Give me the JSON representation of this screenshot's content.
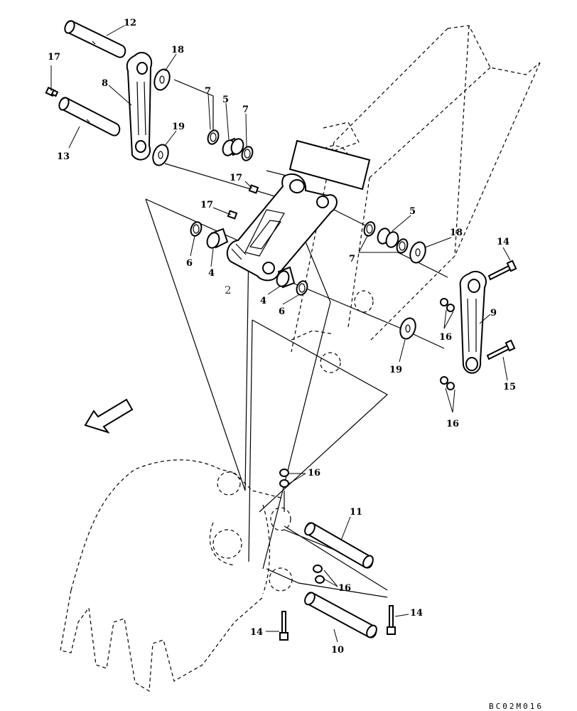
{
  "drawing_number": "BC02M016",
  "callouts": [
    {
      "id": "c12",
      "text": "12"
    },
    {
      "id": "c17a",
      "text": "17"
    },
    {
      "id": "c18a",
      "text": "18"
    },
    {
      "id": "c8",
      "text": "8"
    },
    {
      "id": "c7a",
      "text": "7"
    },
    {
      "id": "c5a",
      "text": "5"
    },
    {
      "id": "c7b",
      "text": "7"
    },
    {
      "id": "c19a",
      "text": "19"
    },
    {
      "id": "c13",
      "text": "13"
    },
    {
      "id": "c17b",
      "text": "17"
    },
    {
      "id": "c17c",
      "text": "17"
    },
    {
      "id": "c5b",
      "text": "5"
    },
    {
      "id": "c18b",
      "text": "18"
    },
    {
      "id": "c14a",
      "text": "14"
    },
    {
      "id": "c6a",
      "text": "6"
    },
    {
      "id": "c4a",
      "text": "4"
    },
    {
      "id": "c2",
      "text": "2"
    },
    {
      "id": "c7c",
      "text": "7"
    },
    {
      "id": "c4b",
      "text": "4"
    },
    {
      "id": "c6b",
      "text": "6"
    },
    {
      "id": "c9",
      "text": "9"
    },
    {
      "id": "c16a",
      "text": "16"
    },
    {
      "id": "c19b",
      "text": "19"
    },
    {
      "id": "c15",
      "text": "15"
    },
    {
      "id": "c16b",
      "text": "16"
    },
    {
      "id": "c16c",
      "text": "16"
    },
    {
      "id": "c11",
      "text": "11"
    },
    {
      "id": "c16d",
      "text": "16"
    },
    {
      "id": "c14b",
      "text": "14"
    },
    {
      "id": "c14c",
      "text": "14"
    },
    {
      "id": "c10",
      "text": "10"
    }
  ]
}
